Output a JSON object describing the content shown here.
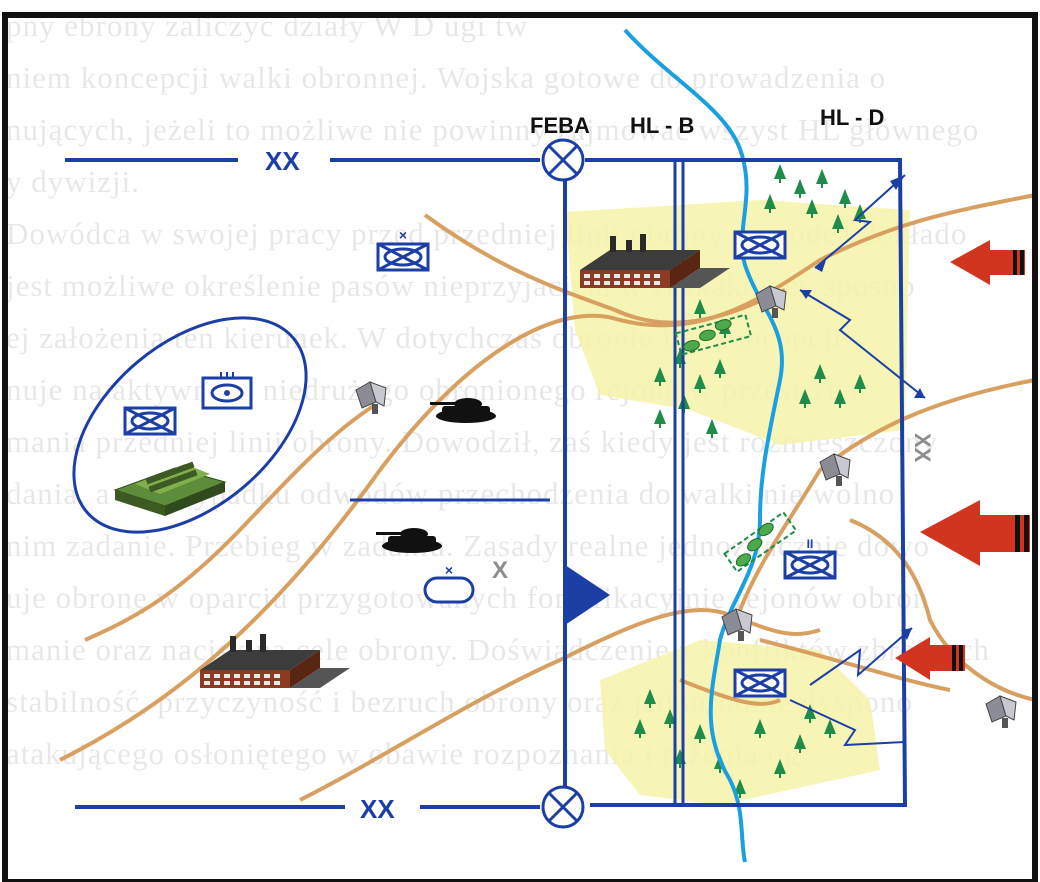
{
  "labels": {
    "feba": "FEBA",
    "hl_b": "HL - B",
    "hl_d": "HL - D",
    "division_boundary_top": "XX",
    "division_boundary_bottom": "XX",
    "division_boundary_right": "XX",
    "brigade_boundary": "X"
  },
  "background_text": [
    "pny  ebrony  zaliczyć  działy  W  D  ugi  tw",
    "niem  koncepcji  walki  obronnej.  Wojska  gotowe  do  prowadzenia  o",
    "nujących,  jeżeli  to  możliwe  nie  powinny  zajmować  wszyst  HL  głównego",
    "y  dywizji.",
    "  Dowódca  w  swojej  pracy  przed  przedniej  linii  obrony  dowódca  dokłado",
    "  jest  możliwe  określenie  pasów  nieprzyjaciela  w  zaskakujący  sposób",
    "ej  założenia  ten  kierunek.  W  dotychczas  obronie  i  w  koncepcji",
    "nuje  na  aktywność  niedrużego  obronionego  rejonu  w  przestrzeni",
    "mania  przedniej  linii  obrony.  Dowodził,  zaś  kiedy  jest  rozmieszczony",
    "dania,  a  w  przypadku  odwodów  przechodzenia  do  walki  nie  wolno",
    "  nim  zadanie.  Przebieg  w  zadaniu.  Zasady  realne  jednoznacznie  dowo",
    "uje  obronę  w  oparciu  przygotowanych  fortyfikacyjnie  rejonów  obron",
    "manie  oraz  nacisk  na  cele  obrony.  Doświadczenie  z  konfliktów  zbrojnych",
    "  stabilność,  przyczyność  i  bezruch  obrony  oraz  jednorodnie  dyspono",
    "  atakującego  osłoniętego  w  obawie  rozpoznania  i  rażenia  og"
  ],
  "colors": {
    "boundary": "#1c3fa6",
    "river": "#1aa0e0",
    "route": "#d8a060",
    "forest_area": "#f5f3a8",
    "tree": "#1f8c4a",
    "enemy_arrow": "#d2351f",
    "frame": "#111111"
  }
}
